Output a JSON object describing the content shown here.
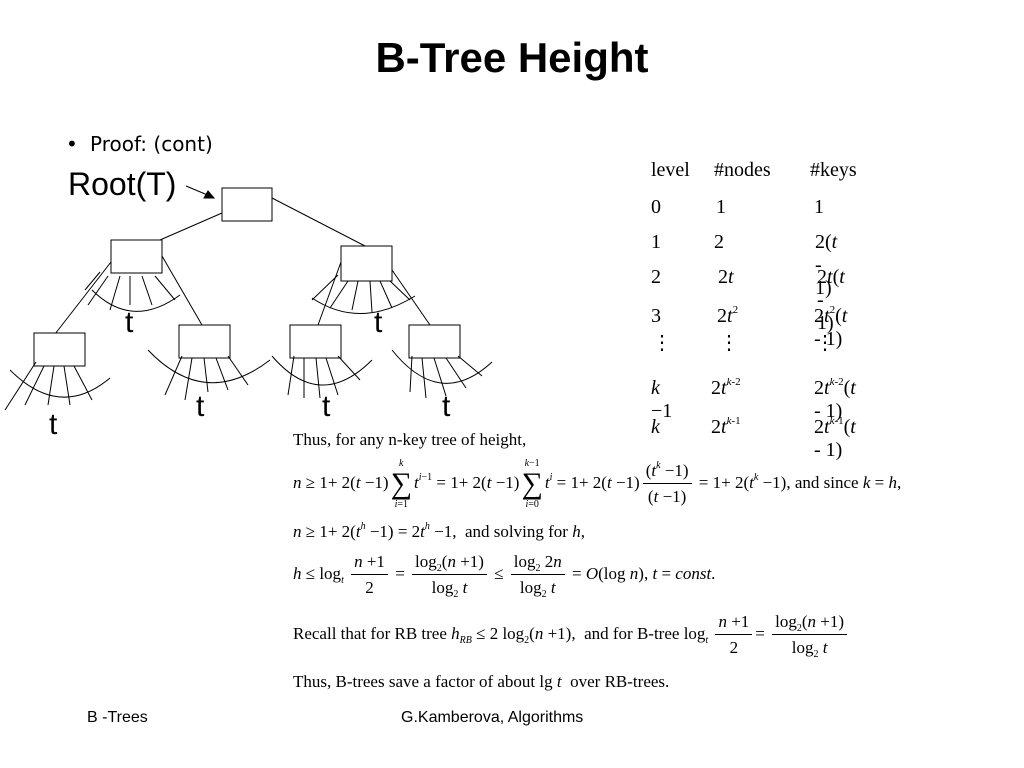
{
  "title": "B-Tree Height",
  "bullet": {
    "marker": "•",
    "text": "Proof: (cont)"
  },
  "tree": {
    "root_label": "Root(T)",
    "leaf_label": "t"
  },
  "table": {
    "headers": [
      "level",
      "#nodes",
      "#keys"
    ],
    "rows": [
      {
        "level": "0",
        "nodes": "1",
        "keys": "1"
      },
      {
        "level": "1",
        "nodes": "2",
        "keys": "2(t - 1)"
      },
      {
        "level": "2",
        "nodes": "2t",
        "keys": "2t(t - 1)"
      },
      {
        "level": "3",
        "nodes": "2t^2",
        "keys": "2t^2(t - 1)"
      },
      {
        "level": "k - 1",
        "nodes": "2t^(k-2)",
        "keys": "2t^(k-2)(t - 1)"
      },
      {
        "level": "k",
        "nodes": "2t^(k-1)",
        "keys": "2t^(k-1)(t - 1)"
      }
    ],
    "ellipsis": "⋮"
  },
  "text": {
    "intro": "Thus, for any n-key tree of height,",
    "and_since": "and since",
    "and_solving": "and solving for",
    "recall": "Recall that for RB tree",
    "and_for_btree": "and for B-tree",
    "conclusion_start": "Thus, B-trees save a factor of about",
    "conclusion_end": "over RB-trees."
  },
  "footer": {
    "left": "B -Trees",
    "center": "G.Kamberova, Algorithms"
  }
}
